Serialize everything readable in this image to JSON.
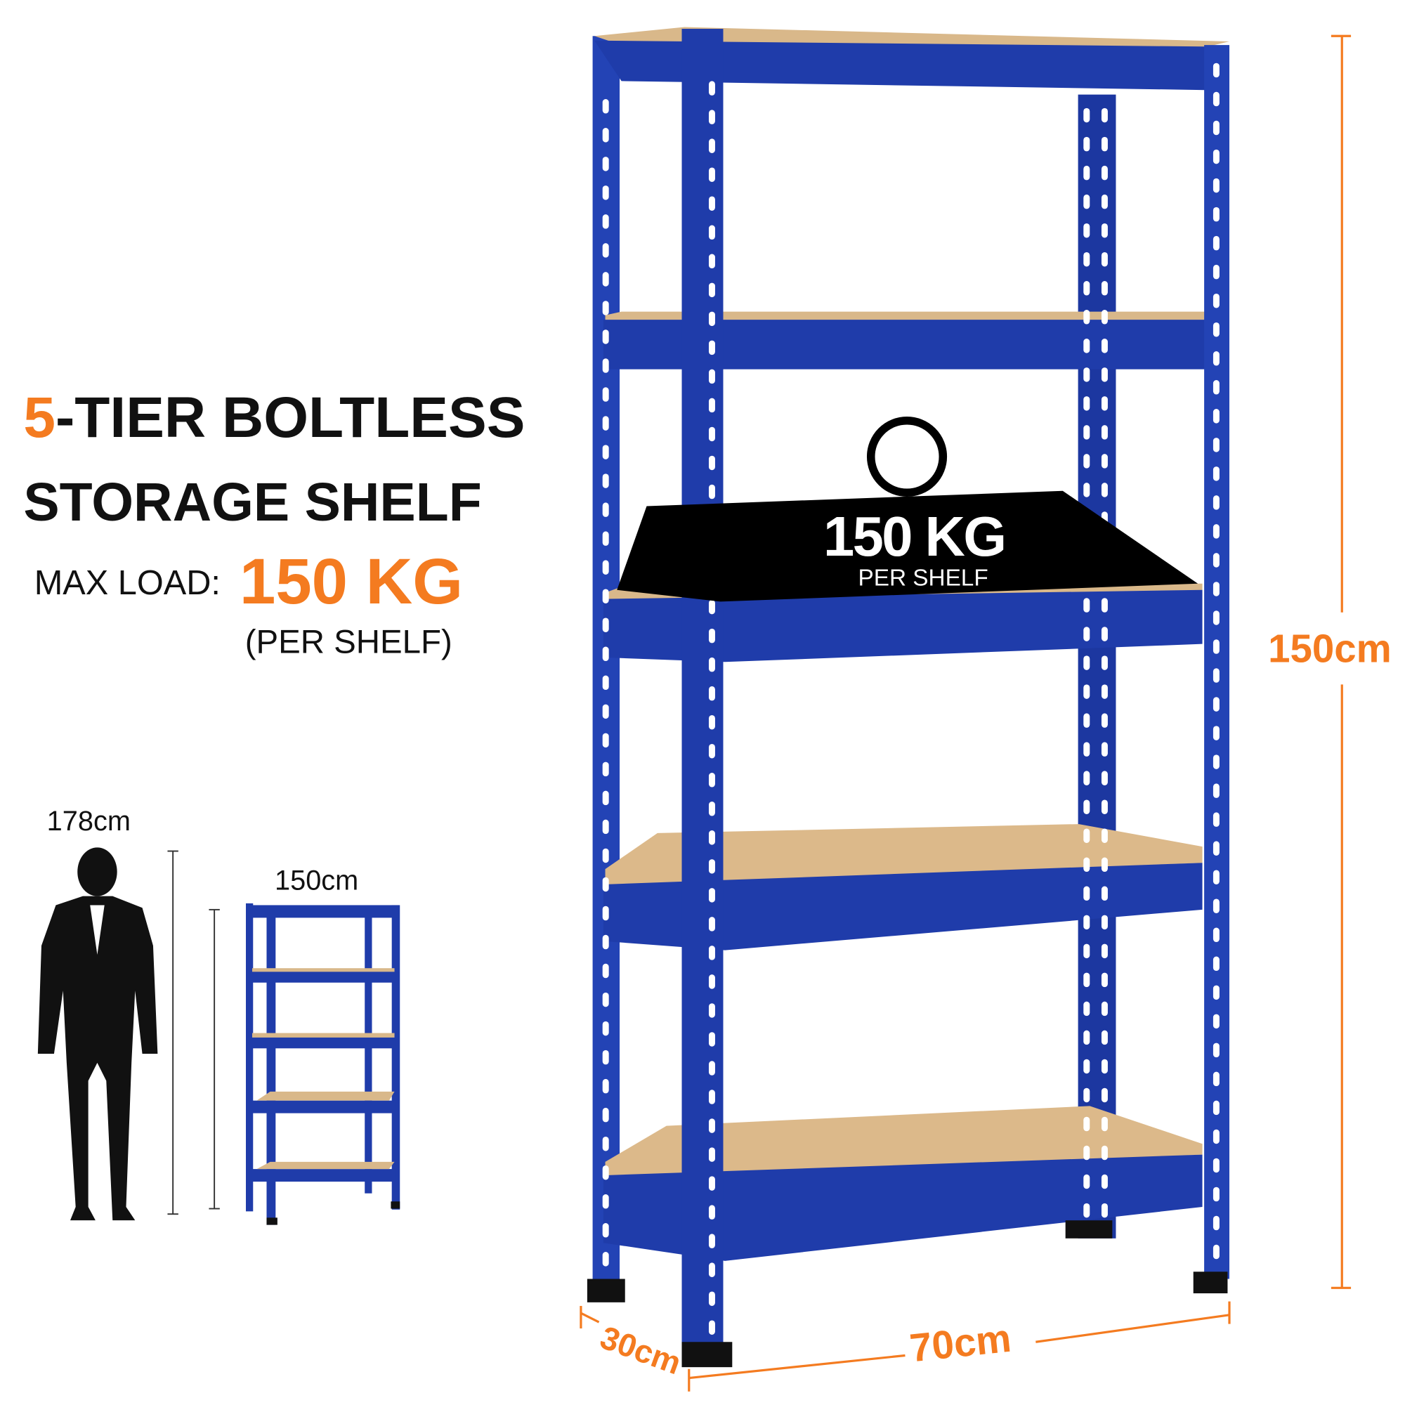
{
  "headline": {
    "tier_number": "5",
    "line1_rest": "-TIER BOLTLESS",
    "line2": "STORAGE SHELF",
    "max_load_label": "MAX LOAD:",
    "max_load_value": "150 KG",
    "per_shelf": "(PER SHELF)"
  },
  "comparison": {
    "person_height": "178cm",
    "shelf_height": "150cm"
  },
  "load_badge": {
    "value": "150 KG",
    "caption": "PER SHELF"
  },
  "dimensions": {
    "height": "150cm",
    "width": "70cm",
    "depth": "30cm"
  },
  "colors": {
    "accent": "#f47b20",
    "frame": "#1f3caa",
    "board": "#d9b88a",
    "text": "#111111"
  }
}
